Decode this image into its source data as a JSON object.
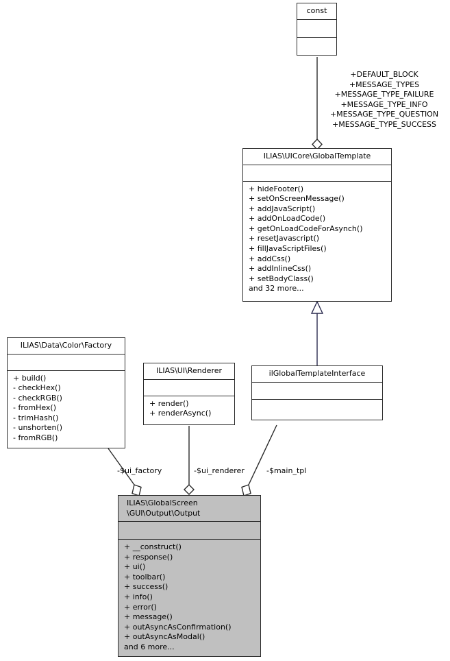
{
  "diagram": {
    "kind": "uml-class-diagram",
    "background": "#ffffff",
    "line_color": "#2a2a2a",
    "inherit_color": "#1f1f7a",
    "highlight_fill": "#c0c0c0"
  },
  "classes": {
    "const": {
      "name": "const",
      "attributes": [],
      "operations": []
    },
    "global_template": {
      "name": "ILIAS\\UICore\\GlobalTemplate",
      "attributes": [],
      "operations": [
        "+ hideFooter()",
        "+ setOnScreenMessage()",
        "+ addJavaScript()",
        "+ addOnLoadCode()",
        "+ getOnLoadCodeForAsynch()",
        "+ resetJavascript()",
        "+ fillJavaScriptFiles()",
        "+ addCss()",
        "+ addInlineCss()",
        "+ setBodyClass()",
        "and 32 more..."
      ]
    },
    "color_factory": {
      "name": "ILIAS\\Data\\Color\\Factory",
      "attributes": [],
      "operations": [
        "+ build()",
        "- checkHex()",
        "- checkRGB()",
        "- fromHex()",
        "- trimHash()",
        "- unshorten()",
        "- fromRGB()"
      ]
    },
    "ui_renderer": {
      "name": "ILIAS\\UI\\Renderer",
      "attributes": [],
      "operations": [
        "+ render()",
        "+ renderAsync()"
      ]
    },
    "global_template_interface": {
      "name": "ilGlobalTemplateInterface",
      "attributes": [],
      "operations": []
    },
    "output": {
      "name": "ILIAS\\GlobalScreen\n\\GUI\\Output\\Output",
      "attributes": [],
      "operations": [
        "+ __construct()",
        "+ response()",
        "+ ui()",
        "+ toolbar()",
        "+ success()",
        "+ info()",
        "+ error()",
        "+ message()",
        "+ outAsyncAsConfirmation()",
        "+ outAsyncAsModal()",
        "and 6 more..."
      ]
    }
  },
  "edges": {
    "const_to_global_template": {
      "type": "aggregation",
      "label": "+DEFAULT_BLOCK\n+MESSAGE_TYPES\n+MESSAGE_TYPE_FAILURE\n+MESSAGE_TYPE_INFO\n+MESSAGE_TYPE_QUESTION\n+MESSAGE_TYPE_SUCCESS"
    },
    "global_template_to_interface": {
      "type": "inheritance",
      "label": ""
    },
    "factory_to_output": {
      "type": "aggregation",
      "label": "-$ui_factory"
    },
    "renderer_to_output": {
      "type": "aggregation",
      "label": "-$ui_renderer"
    },
    "interface_to_output": {
      "type": "aggregation",
      "label": "-$main_tpl"
    }
  }
}
